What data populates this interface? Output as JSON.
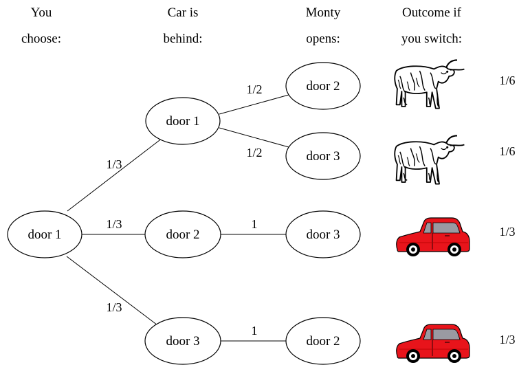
{
  "headers": {
    "choose": [
      "You",
      "choose:"
    ],
    "car": [
      "Car is",
      "behind:"
    ],
    "monty": [
      "Monty",
      "opens:"
    ],
    "outcome": [
      "Outcome if",
      "you switch:"
    ]
  },
  "nodes": {
    "root": "door 1",
    "car_door1": "door 1",
    "car_door2": "door 2",
    "car_door3": "door 3",
    "monty_a": "door 2",
    "monty_b": "door 3",
    "monty_c": "door 3",
    "monty_d": "door 2"
  },
  "probabilities": {
    "root_to_door1": "1/3",
    "root_to_door2": "1/3",
    "root_to_door3": "1/3",
    "door1_to_door2": "1/2",
    "door1_to_door3": "1/2",
    "door2_to_door3": "1",
    "door3_to_door2": "1"
  },
  "outcomes": [
    {
      "icon": "goat-icon",
      "probability": "1/6"
    },
    {
      "icon": "goat-icon",
      "probability": "1/6"
    },
    {
      "icon": "car-icon",
      "probability": "1/3"
    },
    {
      "icon": "car-icon",
      "probability": "1/3"
    }
  ],
  "colors": {
    "car": "#e8141b",
    "goat": "#ffffff",
    "outline": "#000000"
  }
}
